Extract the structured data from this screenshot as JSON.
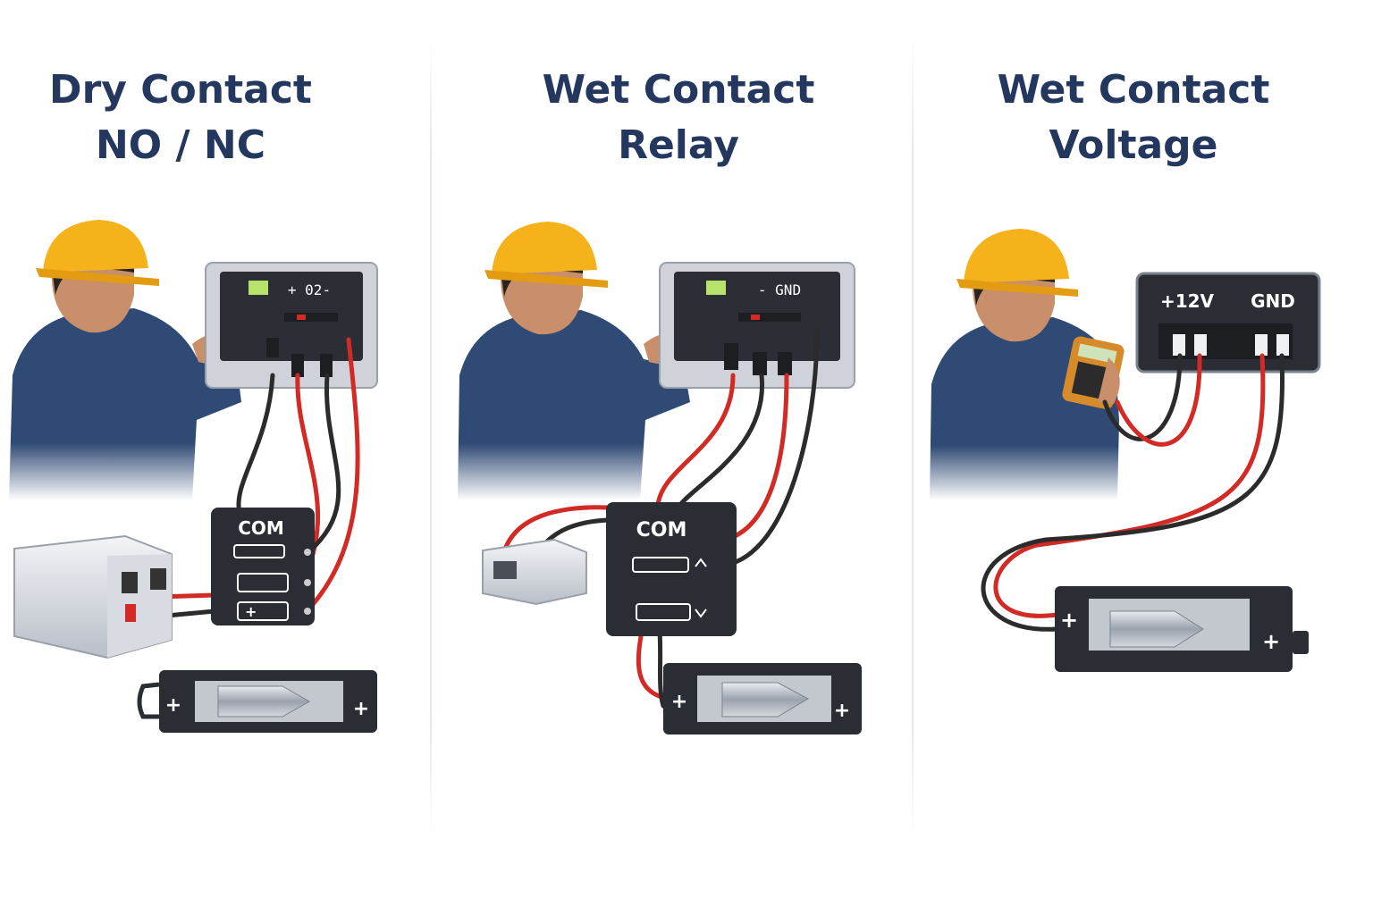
{
  "panels": [
    {
      "title_line1": "Dry Contact",
      "title_line2": "NO / NC",
      "panel_code": "+ 02-",
      "relay_label": "COM",
      "relay_symbol": "+"
    },
    {
      "title_line1": "Wet Contact",
      "title_line2": "Relay",
      "panel_code": "- GND",
      "relay_label": "COM"
    },
    {
      "title_line1": "Wet Contact",
      "title_line2": "Voltage",
      "supply_plus_label": "+12V",
      "supply_gnd_label": "GND"
    }
  ],
  "lock_terminal_symbol": "+",
  "colors": {
    "title": "#24375e",
    "wire_red": "#d22a24",
    "wire_black": "#2b2b2b",
    "helmet": "#f5b21b",
    "shirt": "#2f4a74",
    "device": "#2a2d33"
  }
}
